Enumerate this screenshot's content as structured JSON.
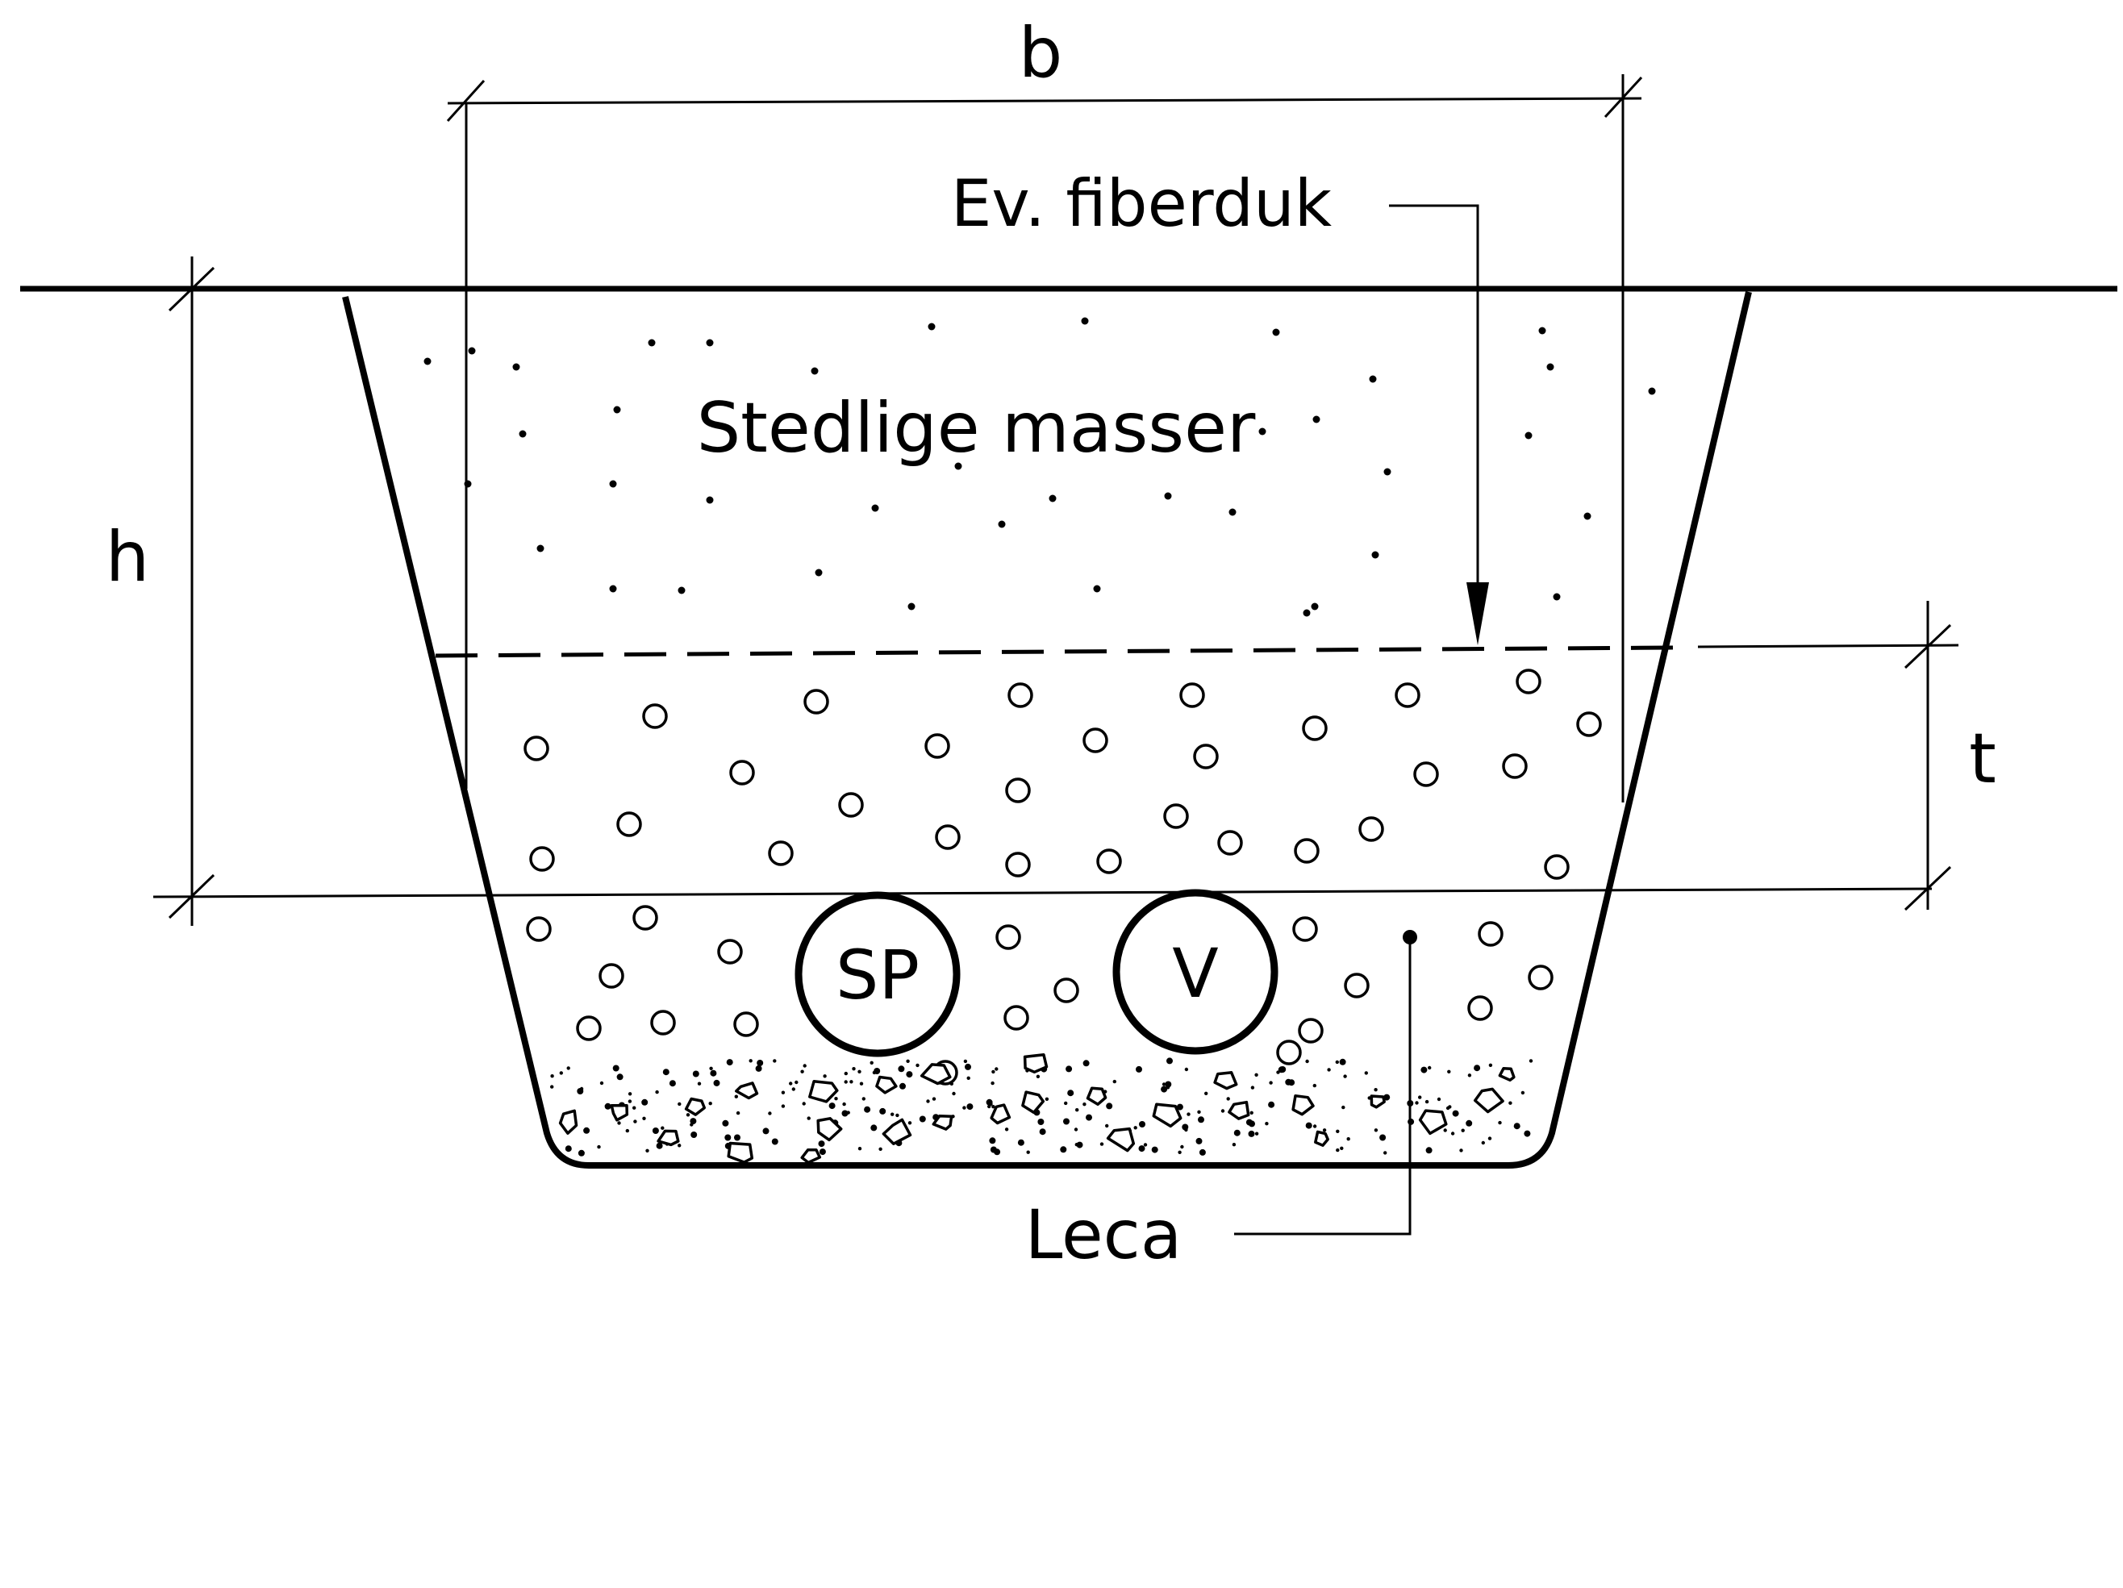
{
  "labels": {
    "width_dim": "b",
    "height_dim": "h",
    "thickness_dim": "t",
    "fiber_cloth": "Ev. fiberduk",
    "local_fill": "Stedlige masser",
    "pipe_sp": "SP",
    "pipe_v": "V",
    "leca": "Leca"
  },
  "colors": {
    "ink": "#000000",
    "paper": "#ffffff"
  }
}
